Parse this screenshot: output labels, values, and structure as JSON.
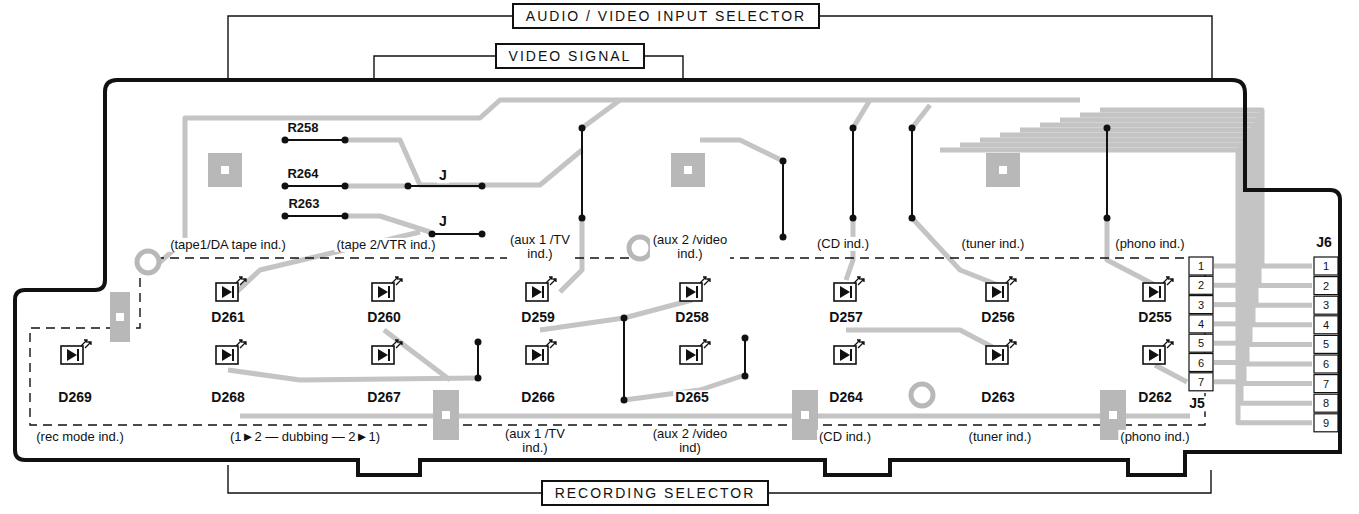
{
  "diagram": {
    "nodes": [
      {
        "text": [
          "AUDIO / VIDEO INPUT SELECTOR"
        ]
      },
      {
        "text": [
          "VIDEO SIGNAL"
        ]
      },
      {
        "text": [
          "RECORDING SELECTOR"
        ]
      }
    ],
    "labels": [
      "R258",
      "R264",
      "R263",
      "J",
      "J",
      "(tape1/DA tape ind.)",
      "(tape 2/VTR ind.)",
      "(aux 1 /TV ind.)",
      "(aux 2 /video ind.)",
      "(CD ind.)",
      "(tuner ind.)",
      "(phono ind.)",
      "D261",
      "D260",
      "D259",
      "D258",
      "D257",
      "D256",
      "D255",
      "D269",
      "D268",
      "D267",
      "D266",
      "D265",
      "D264",
      "D263",
      "D262",
      "(rec mode ind.)",
      "(1►2 — dubbing — 2►1)",
      "(aux 1 /TV ind.)",
      "(aux 2 /video ind)",
      "(CD ind.)",
      "(tuner ind.)",
      "(phono ind.)",
      "1",
      "2",
      "3",
      "4",
      "5",
      "6",
      "7",
      "J5",
      "J6",
      "1",
      "2",
      "3",
      "4",
      "5",
      "6",
      "7",
      "8",
      "9"
    ]
  }
}
